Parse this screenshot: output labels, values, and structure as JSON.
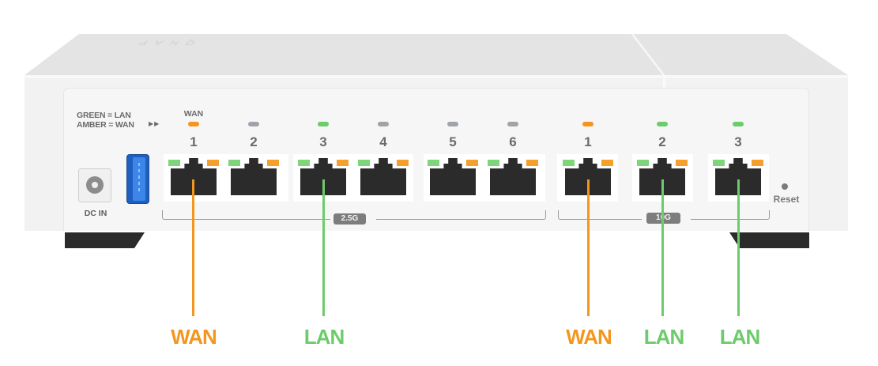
{
  "device": {
    "brand_emboss": "QNAP"
  },
  "legend": {
    "line1": "GREEN = LAN",
    "line2": "AMBER = WAN",
    "arrows": "▶▶"
  },
  "wan_port_label": "WAN",
  "dc_in": {
    "label": "DC IN",
    "icon": "power-jack-icon"
  },
  "usb": {
    "icon": "usb-port-icon"
  },
  "reset": {
    "label": "Reset",
    "icon": "reset-pinhole-icon"
  },
  "port_groups": [
    {
      "speed": "2.5G",
      "ports": [
        "1",
        "2",
        "3",
        "4",
        "5",
        "6"
      ]
    },
    {
      "speed": "10G",
      "ports": [
        "1",
        "2",
        "3"
      ]
    }
  ],
  "ports": [
    {
      "number": "1",
      "group": "2.5G",
      "status": "amber"
    },
    {
      "number": "2",
      "group": "2.5G",
      "status": "off"
    },
    {
      "number": "3",
      "group": "2.5G",
      "status": "green"
    },
    {
      "number": "4",
      "group": "2.5G",
      "status": "off"
    },
    {
      "number": "5",
      "group": "2.5G",
      "status": "off"
    },
    {
      "number": "6",
      "group": "2.5G",
      "status": "off"
    },
    {
      "number": "1",
      "group": "10G",
      "status": "amber"
    },
    {
      "number": "2",
      "group": "10G",
      "status": "green"
    },
    {
      "number": "3",
      "group": "10G",
      "status": "green"
    }
  ],
  "callouts": [
    {
      "label": "WAN",
      "role": "wan",
      "port": "2.5G-1"
    },
    {
      "label": "LAN",
      "role": "lan",
      "port": "2.5G-3"
    },
    {
      "label": "WAN",
      "role": "wan",
      "port": "10G-1"
    },
    {
      "label": "LAN",
      "role": "lan",
      "port": "10G-2"
    },
    {
      "label": "LAN",
      "role": "lan",
      "port": "10G-3"
    }
  ],
  "colors": {
    "amber": "#F4961E",
    "green": "#6CCB6A",
    "off": "#A0A4A8",
    "chassis_dark": "#2B2B2B",
    "speed_badge": "#7D7D7D"
  }
}
